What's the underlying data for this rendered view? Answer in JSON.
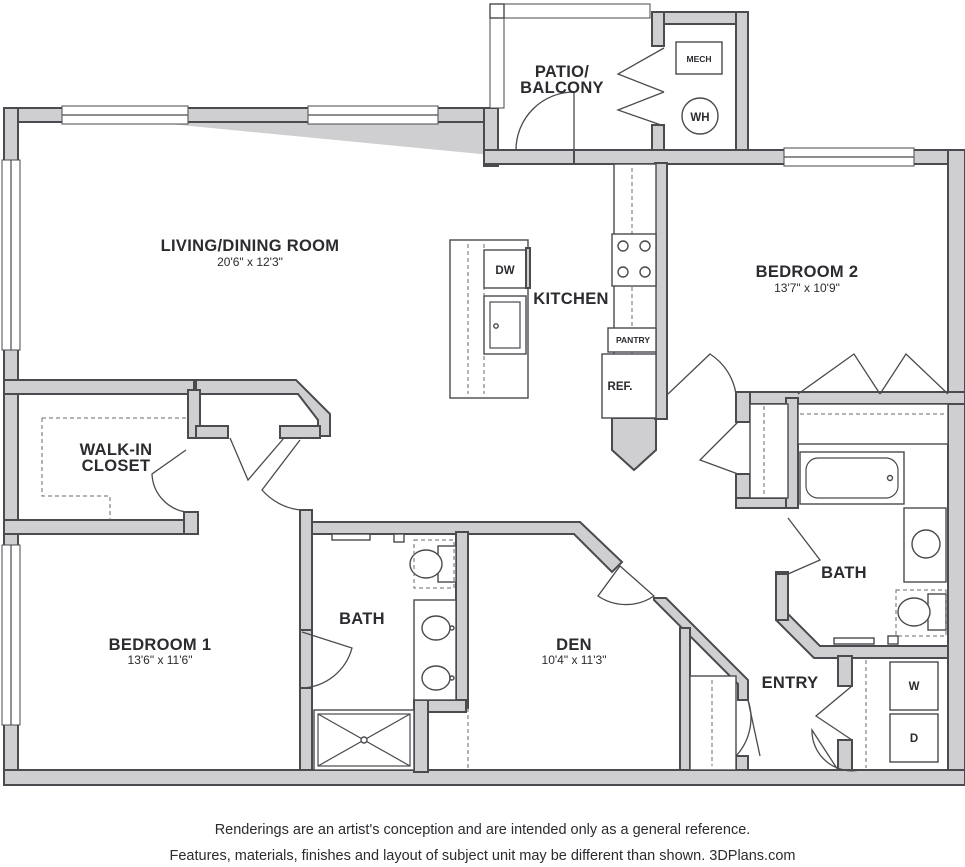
{
  "rooms": {
    "living": {
      "name": "LIVING/DINING ROOM",
      "dims": "20'6\" x 12'3\""
    },
    "kitchen": {
      "name": "KITCHEN"
    },
    "patio": {
      "line1": "PATIO/",
      "line2": "BALCONY"
    },
    "bedroom2": {
      "name": "BEDROOM 2",
      "dims": "13'7\" x 10'9\""
    },
    "walkin": {
      "line1": "WALK-IN",
      "line2": "CLOSET"
    },
    "bedroom1": {
      "name": "BEDROOM 1",
      "dims": "13'6\" x 11'6\""
    },
    "bath1": {
      "name": "BATH"
    },
    "den": {
      "name": "DEN",
      "dims": "10'4\" x 11'3\""
    },
    "bath2": {
      "name": "BATH"
    },
    "entry": {
      "name": "ENTRY"
    }
  },
  "fixtures": {
    "dw": "DW",
    "pantry": "PANTRY",
    "ref": "REF.",
    "mech": "MECH",
    "wh": "WH",
    "washer": "W",
    "dryer": "D"
  },
  "disclaimer": {
    "line1": "Renderings are an artist's conception and are intended only as a general reference.",
    "line2": "Features, materials, finishes and layout of subject unit may be different than shown. 3DPlans.com"
  }
}
